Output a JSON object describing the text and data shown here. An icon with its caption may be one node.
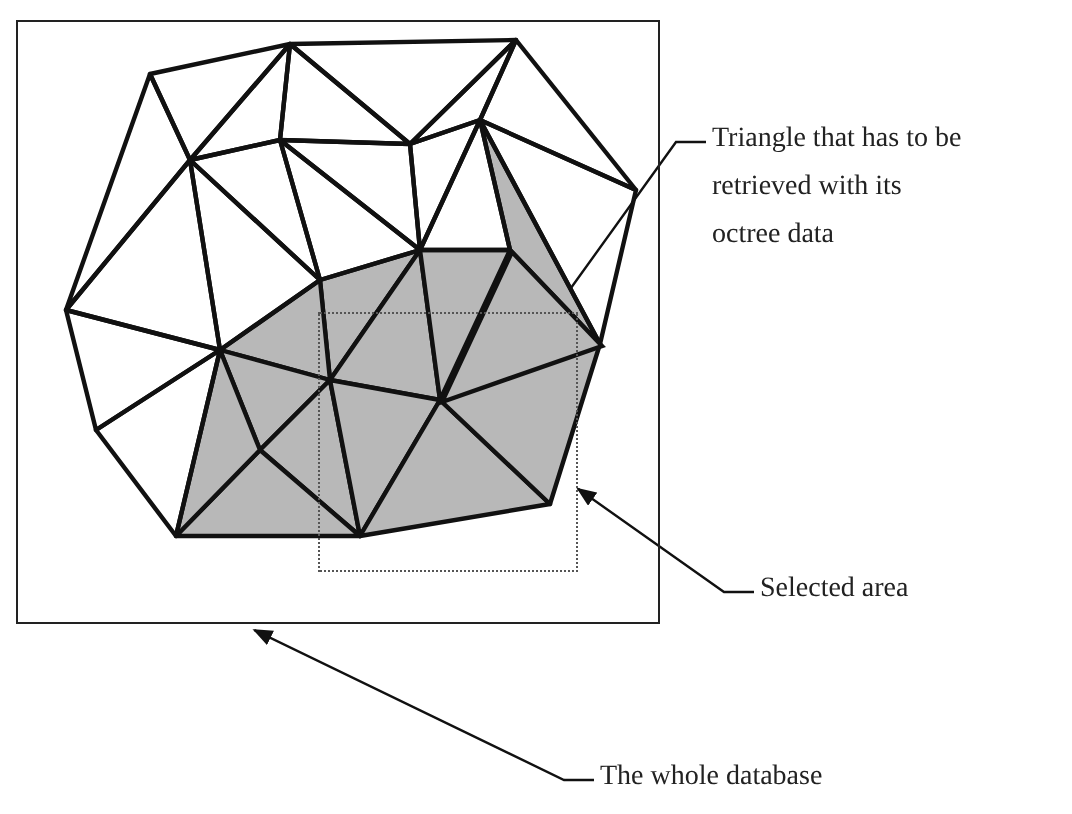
{
  "diagram": {
    "nodes": [
      {
        "text": [],
        "shape": "box"
      },
      {
        "text": [],
        "shape": "triangle",
        "in": 0
      },
      {
        "text": [],
        "shape": "box",
        "in": 0
      },
      {
        "text": [
          "Triangle that has to be retrieved with its octree data"
        ]
      },
      {
        "text": [
          "Selected area"
        ]
      },
      {
        "text": [
          "The whole database"
        ]
      }
    ],
    "edges": [
      {
        "from": 3,
        "to": 1,
        "arrow": "to"
      },
      {
        "from": 4,
        "to": 2,
        "arrow": "to"
      },
      {
        "from": 5,
        "to": 0,
        "arrow": "to"
      }
    ]
  }
}
